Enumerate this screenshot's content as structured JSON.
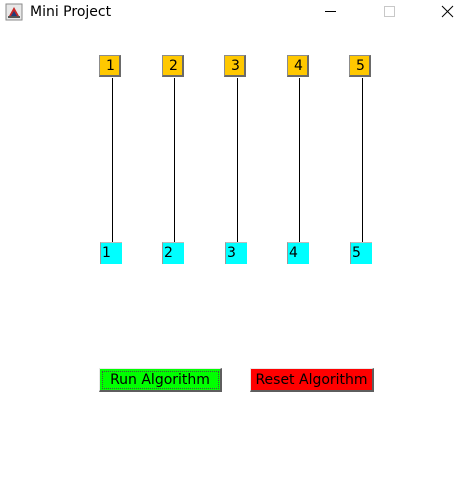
{
  "window": {
    "title": "Mini Project",
    "icon": "java-coffee-cup-icon"
  },
  "title_controls": [
    "minimize-icon",
    "maximize-icon",
    "close-icon"
  ],
  "network": {
    "top_nodes": [
      "1",
      "2",
      "3",
      "4",
      "5"
    ],
    "bottom_nodes": [
      "1",
      "2",
      "3",
      "4",
      "5"
    ],
    "top_node_color": "#FFC800",
    "bottom_node_color": "#00FFFF"
  },
  "buttons": {
    "run": {
      "label": "Run Algorithm",
      "color": "#00FF00"
    },
    "reset": {
      "label": "Reset Algorithm",
      "color": "#FF0000"
    }
  }
}
